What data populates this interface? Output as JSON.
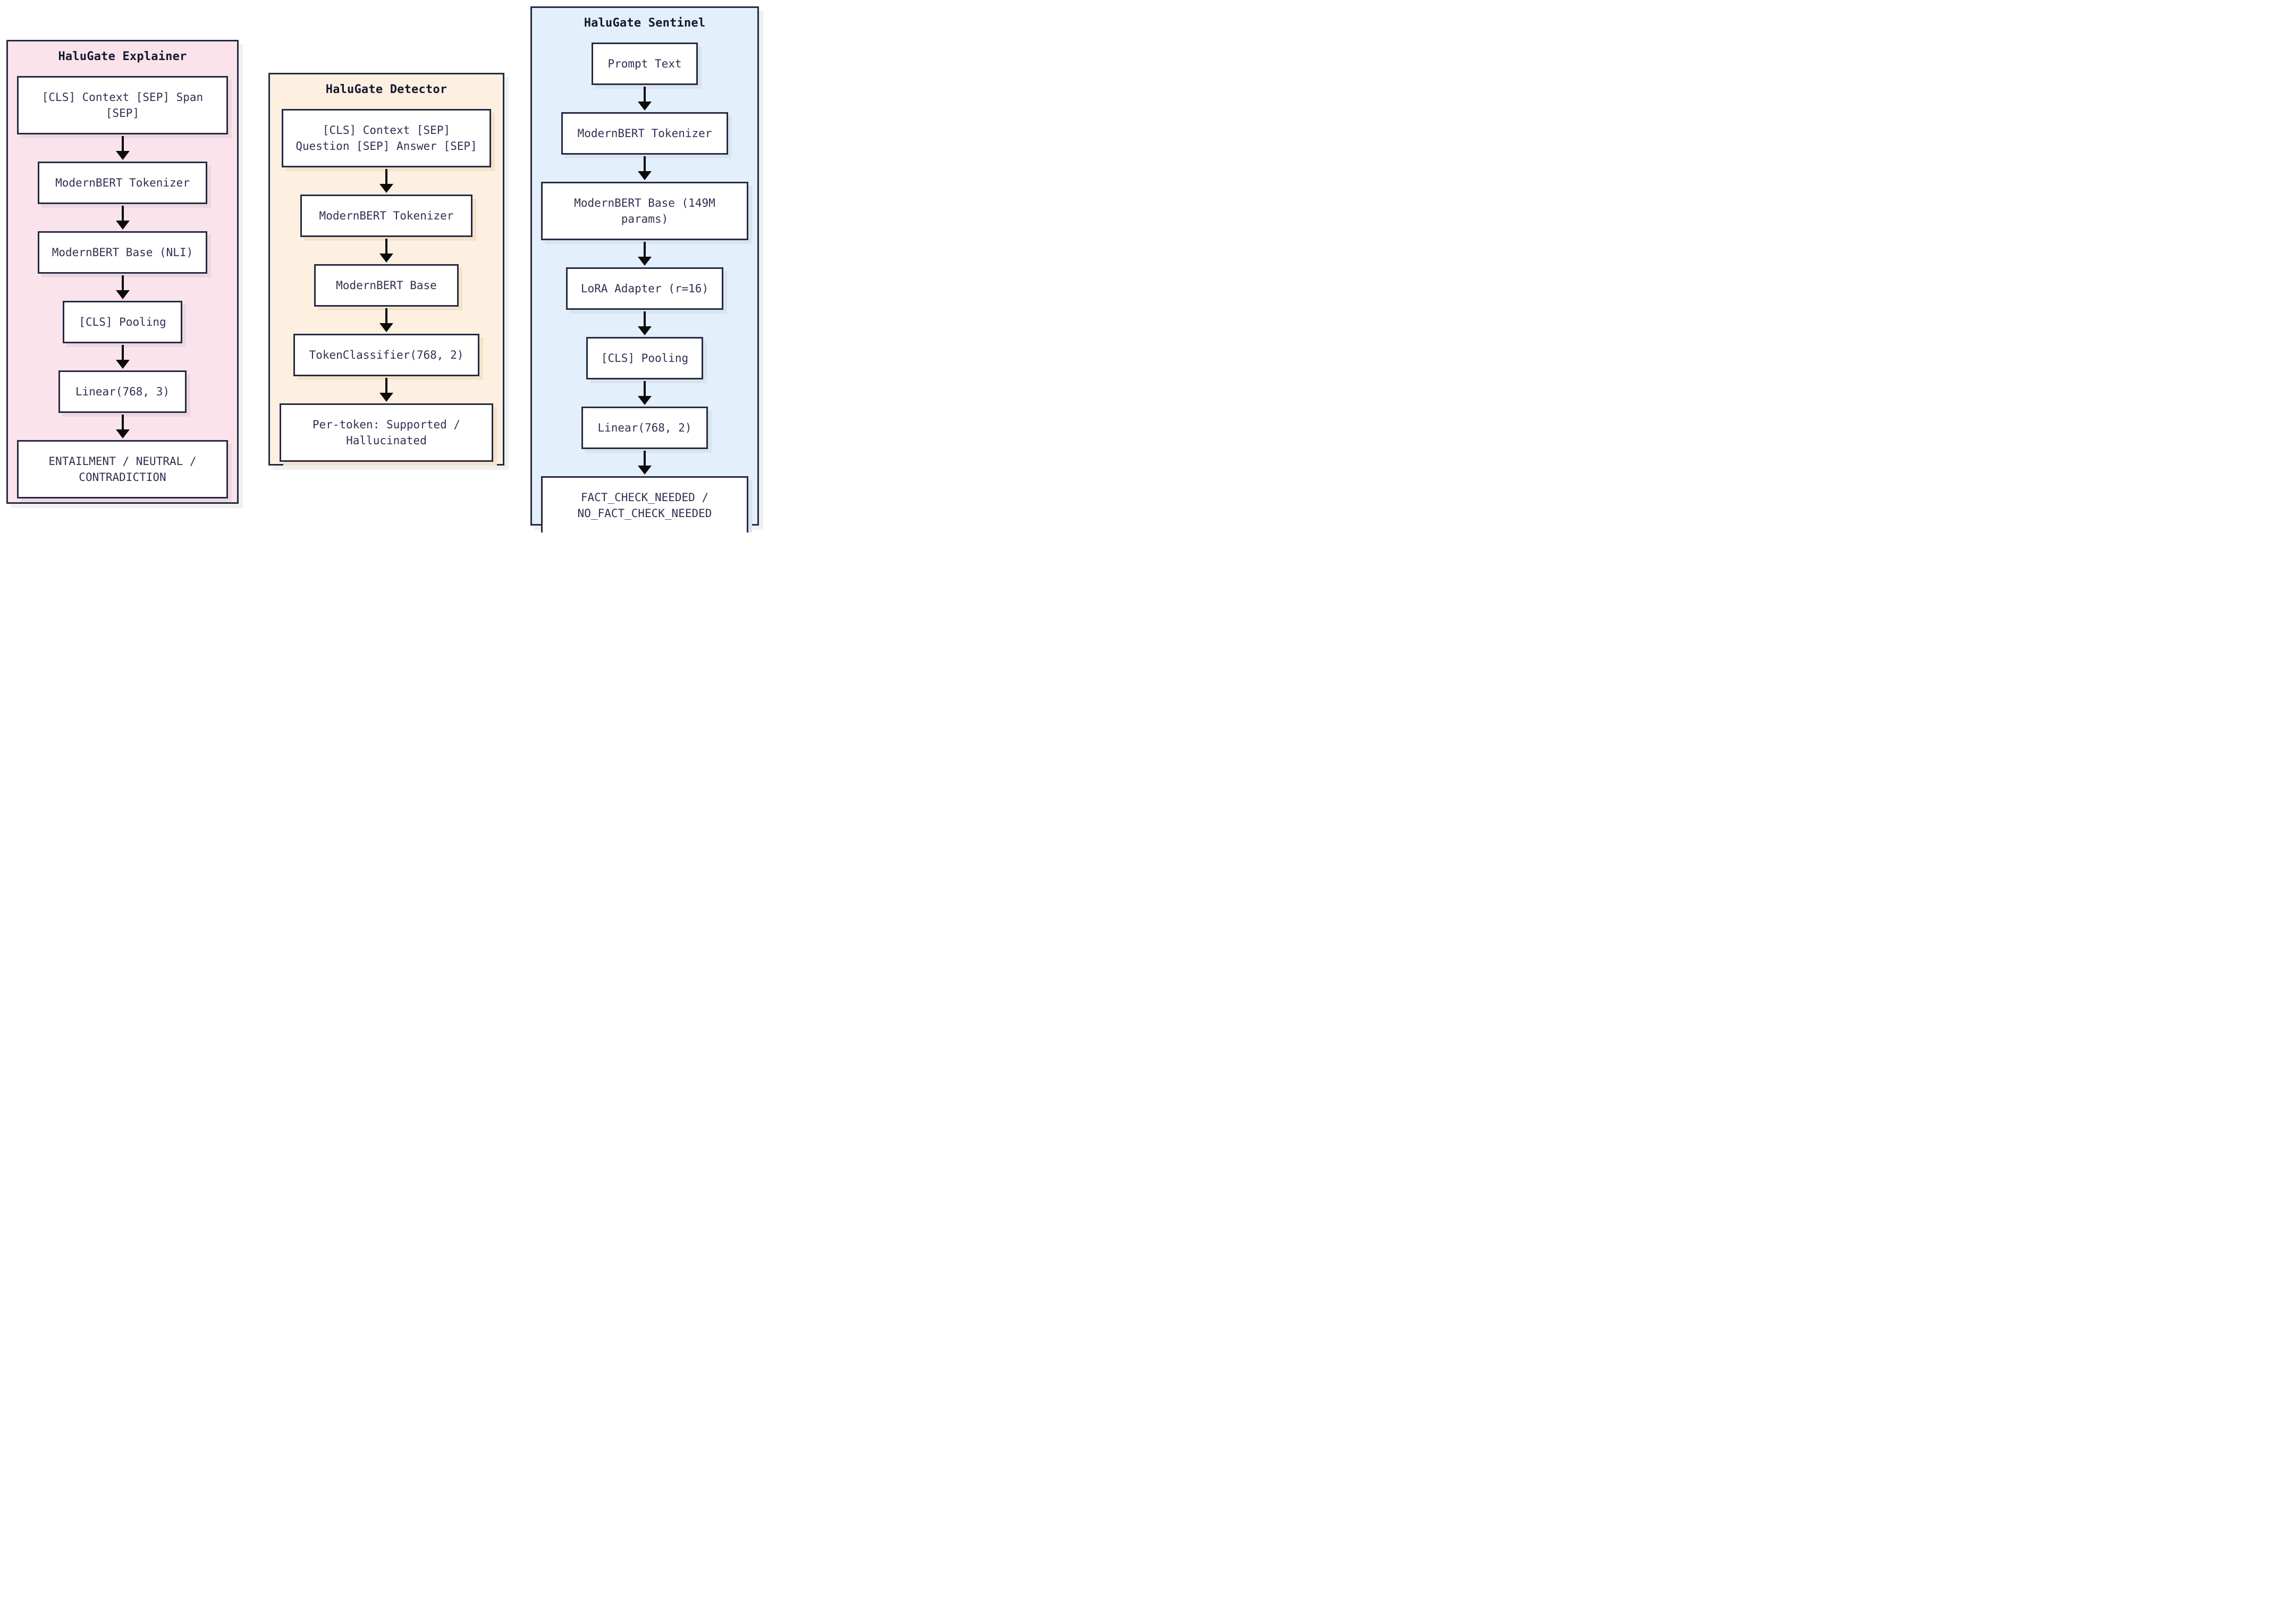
{
  "diagram_title": "HaluGate model architectures",
  "colors": {
    "page_background": "#ffffff",
    "panel_border": "#262a42",
    "node_border": "#262a42",
    "node_fill": "#ffffff",
    "text": "#2e3152",
    "arrow": "#0b0b0b",
    "panel_shadow": "#eef0f2"
  },
  "panels": [
    {
      "id": "explainer",
      "title": "HaluGate Explainer",
      "colors": {
        "background": "#fbe3ec",
        "node_shadow": "#ecd7df"
      },
      "boxes": [
        "[CLS] Context [SEP] Span\n[SEP]",
        "ModernBERT Tokenizer",
        "ModernBERT Base (NLI)",
        "[CLS] Pooling",
        "Linear(768, 3)",
        "ENTAILMENT / NEUTRAL /\nCONTRADICTION"
      ]
    },
    {
      "id": "detector",
      "title": "HaluGate Detector",
      "colors": {
        "background": "#fdf0e1",
        "node_shadow": "#f3e2cc"
      },
      "boxes": [
        "[CLS] Context [SEP]\nQuestion [SEP] Answer [SEP]",
        "ModernBERT Tokenizer",
        "ModernBERT Base",
        "TokenClassifier(768, 2)",
        "Per-token: Supported /\nHallucinated"
      ]
    },
    {
      "id": "sentinel",
      "title": "HaluGate Sentinel",
      "colors": {
        "background": "#e3effa",
        "node_shadow": "#d8e4ee"
      },
      "boxes": [
        "Prompt Text",
        "ModernBERT Tokenizer",
        "ModernBERT Base (149M\nparams)",
        "LoRA Adapter (r=16)",
        "[CLS] Pooling",
        "Linear(768, 2)",
        "FACT_CHECK_NEEDED /\nNO_FACT_CHECK_NEEDED"
      ]
    }
  ]
}
